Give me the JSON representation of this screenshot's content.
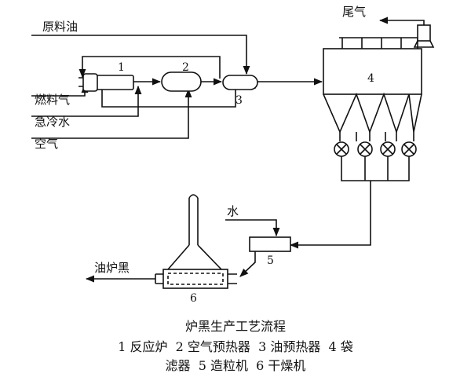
{
  "labels": {
    "feed_oil": "原料油",
    "fuel_gas": "燃料气",
    "quench_water": "急冷水",
    "air": "空气",
    "tail_gas": "尾气",
    "water": "水",
    "product": "油炉黑"
  },
  "units": {
    "u1": "1",
    "u2": "2",
    "u3": "3",
    "u4": "4",
    "u5": "5",
    "u6": "6"
  },
  "caption": {
    "title": "炉黑生产工艺流程",
    "legend_line1": "1 反应炉  2 空气预热器  3 油预热器  4 袋",
    "legend_line2": "滤器  5 造粒机  6 干燥机"
  }
}
